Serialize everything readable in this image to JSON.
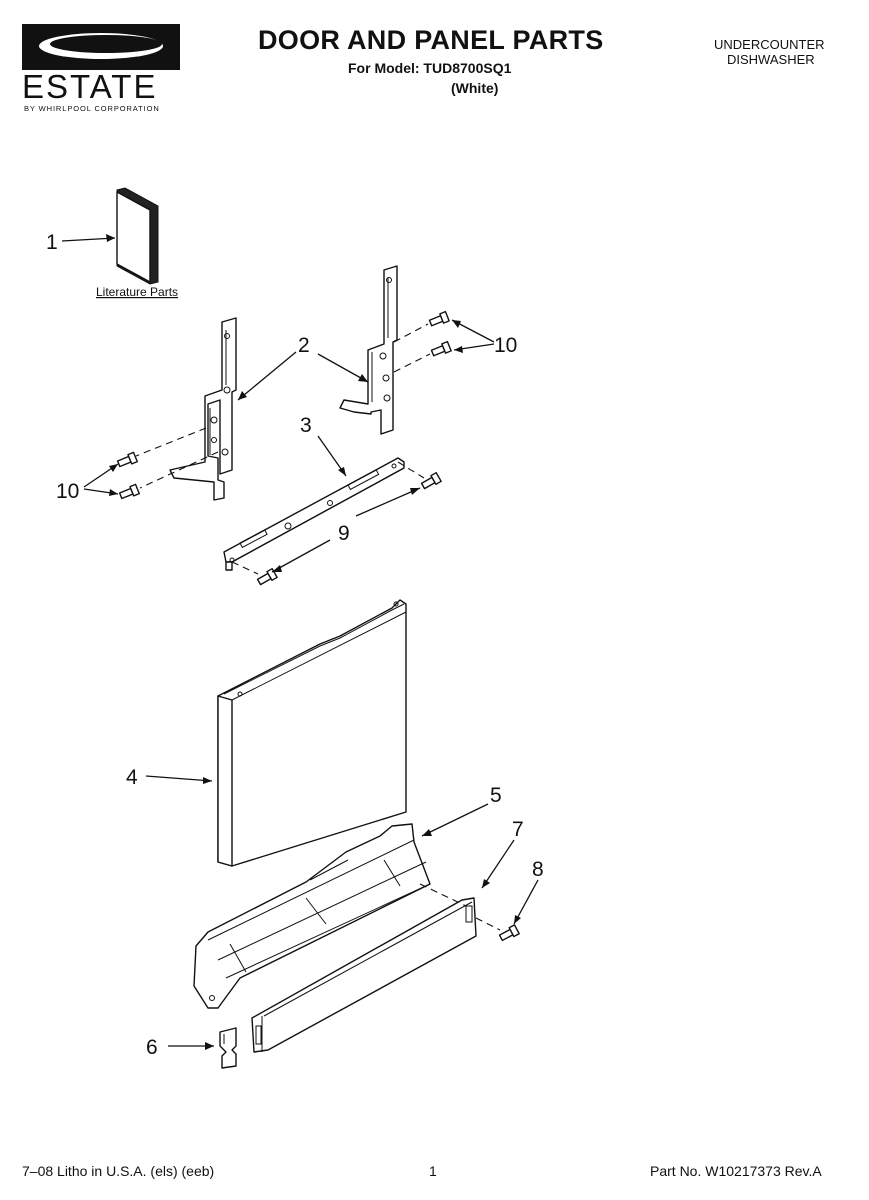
{
  "header": {
    "brand": "ESTATE",
    "brand_sub": "BY WHIRLPOOL CORPORATION",
    "title": "DOOR AND PANEL PARTS",
    "model_line": "For Model: TUD8700SQ1",
    "variant": "(White)",
    "product_line1": "UNDERCOUNTER",
    "product_line2": "DISHWASHER"
  },
  "diagram": {
    "literature_label": "Literature Parts",
    "callouts": {
      "c1": "1",
      "c2": "2",
      "c3": "3",
      "c4": "4",
      "c5": "5",
      "c6": "6",
      "c7": "7",
      "c8": "8",
      "c9": "9",
      "c10a": "10",
      "c10b": "10"
    }
  },
  "footer": {
    "litho": "7–08 Litho in U.S.A. (els) (eeb)",
    "page": "1",
    "part_no": "Part No. W10217373 Rev.A"
  }
}
